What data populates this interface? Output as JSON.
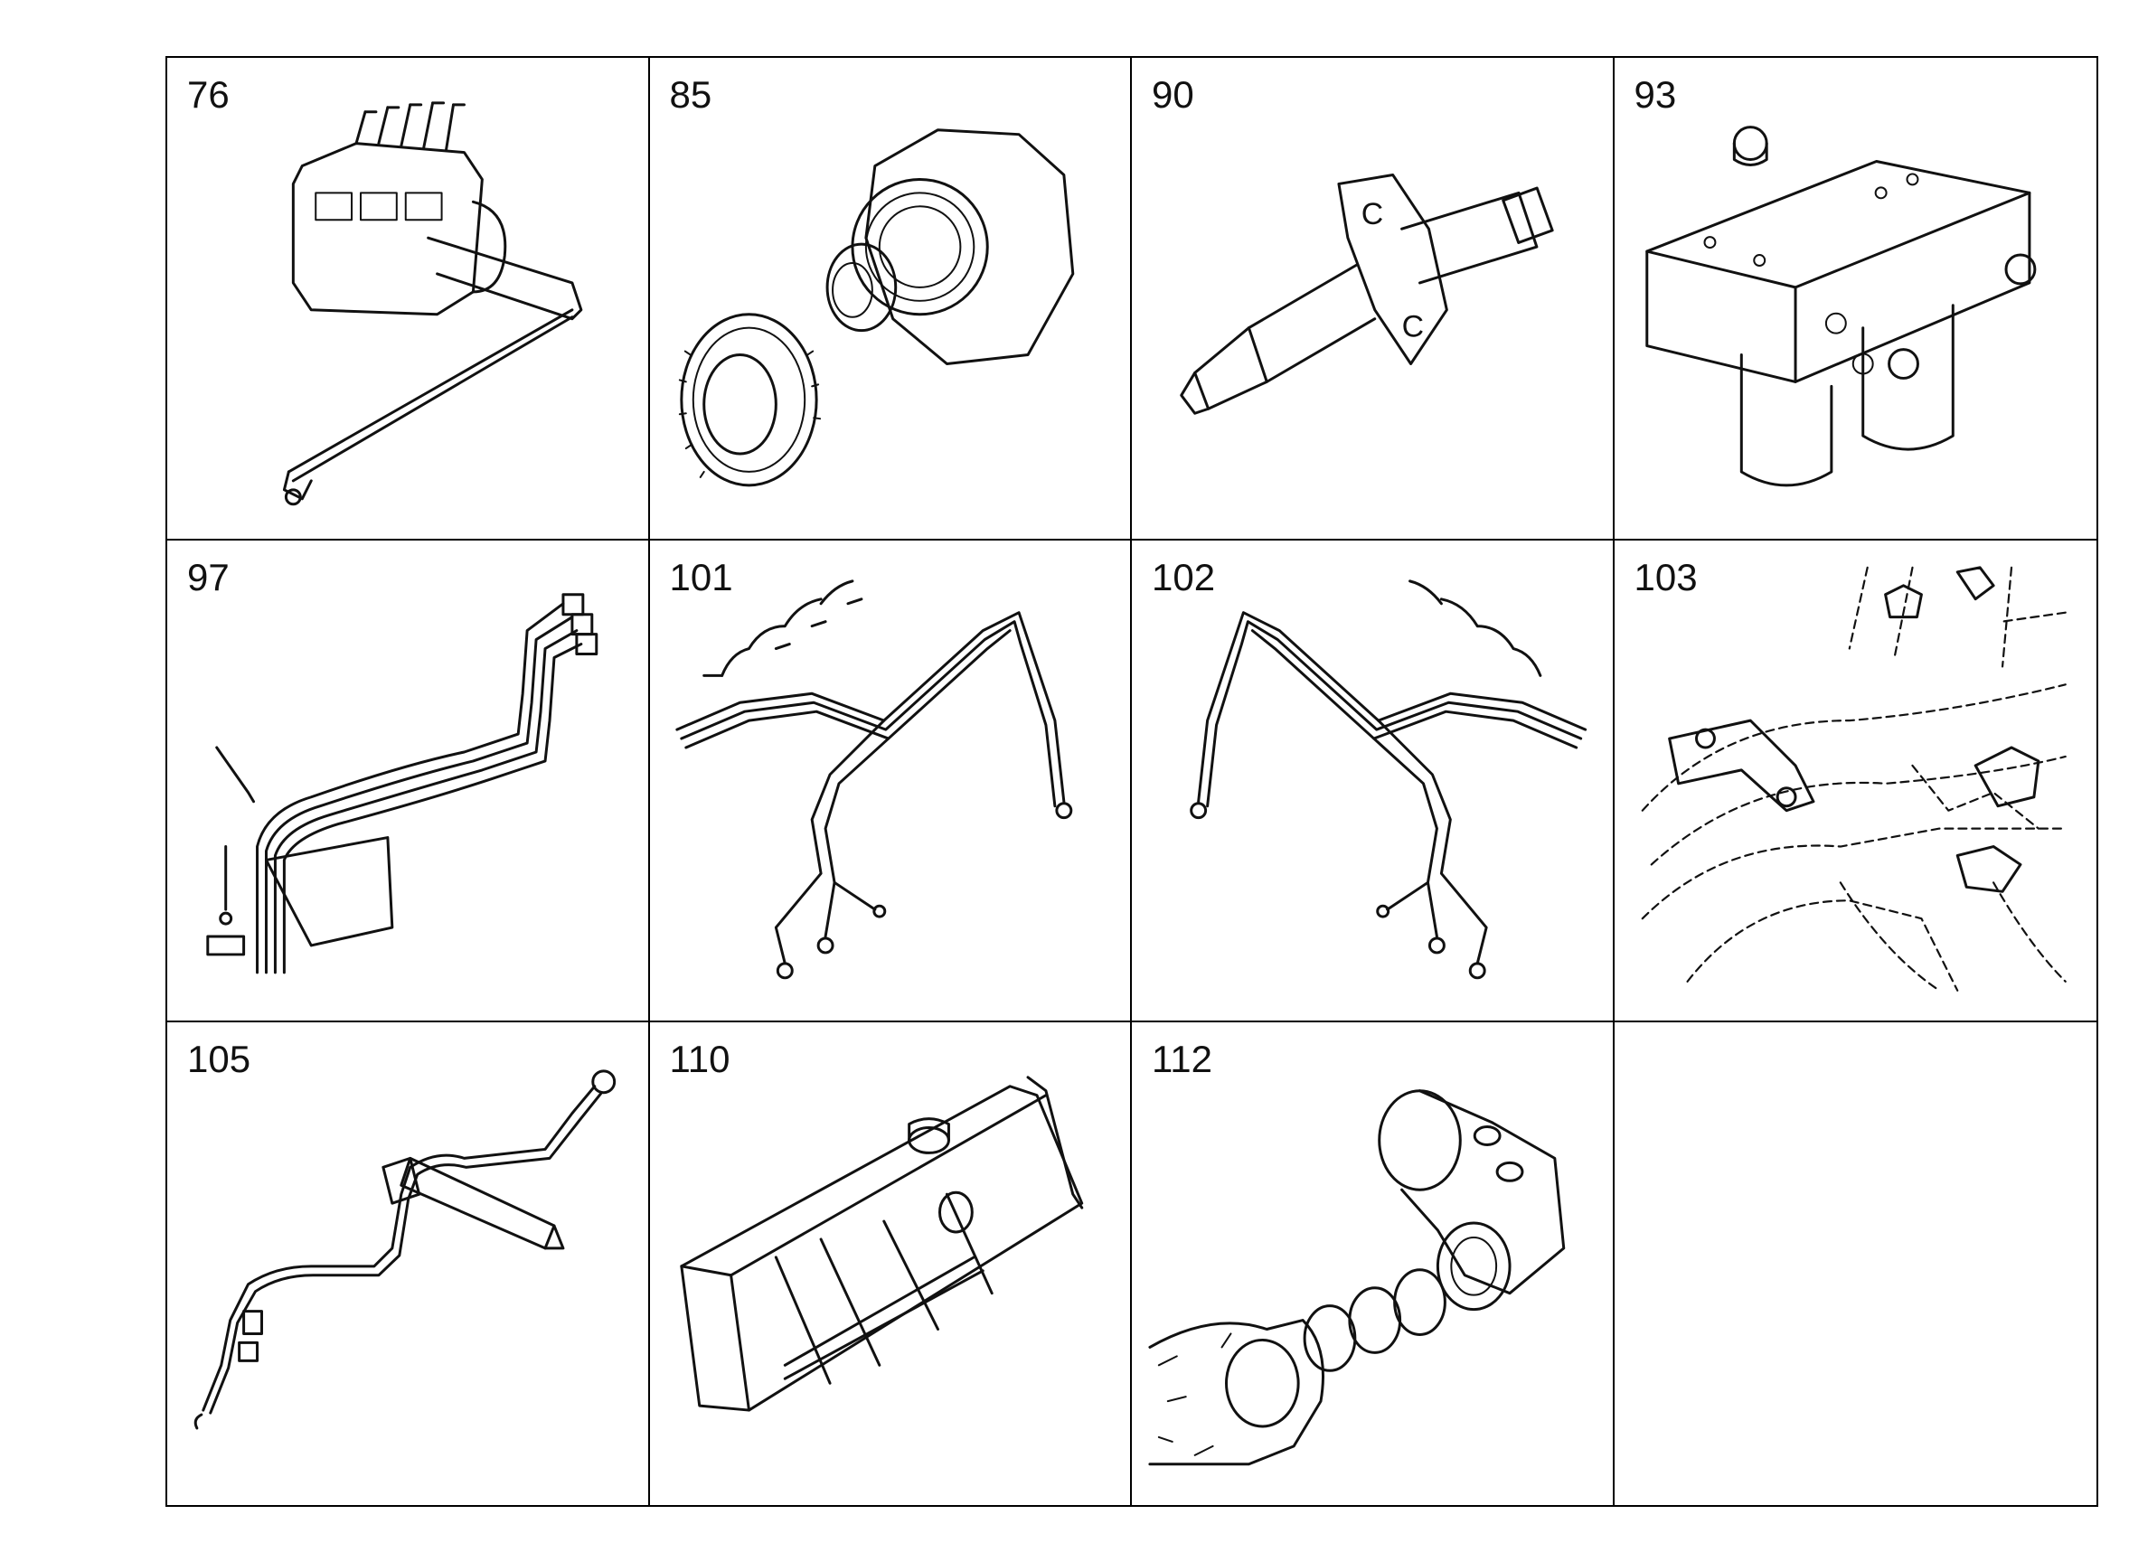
{
  "parts": [
    {
      "number": "76",
      "icon": "fuel-injection-pump-icon"
    },
    {
      "number": "85",
      "icon": "pump-drive-gear-icon"
    },
    {
      "number": "90",
      "icon": "injector-nozzle-icon"
    },
    {
      "number": "93",
      "icon": "valve-block-icon"
    },
    {
      "number": "97",
      "icon": "injection-lines-bracket-icon"
    },
    {
      "number": "101",
      "icon": "injection-pipe-set-left-icon"
    },
    {
      "number": "102",
      "icon": "injection-pipe-set-right-icon"
    },
    {
      "number": "103",
      "icon": "engine-bracket-assembly-icon"
    },
    {
      "number": "105",
      "icon": "leak-off-pipe-injector-icon"
    },
    {
      "number": "110",
      "icon": "cylinder-head-cover-icon"
    },
    {
      "number": "112",
      "icon": "housing-seal-rings-icon"
    }
  ]
}
